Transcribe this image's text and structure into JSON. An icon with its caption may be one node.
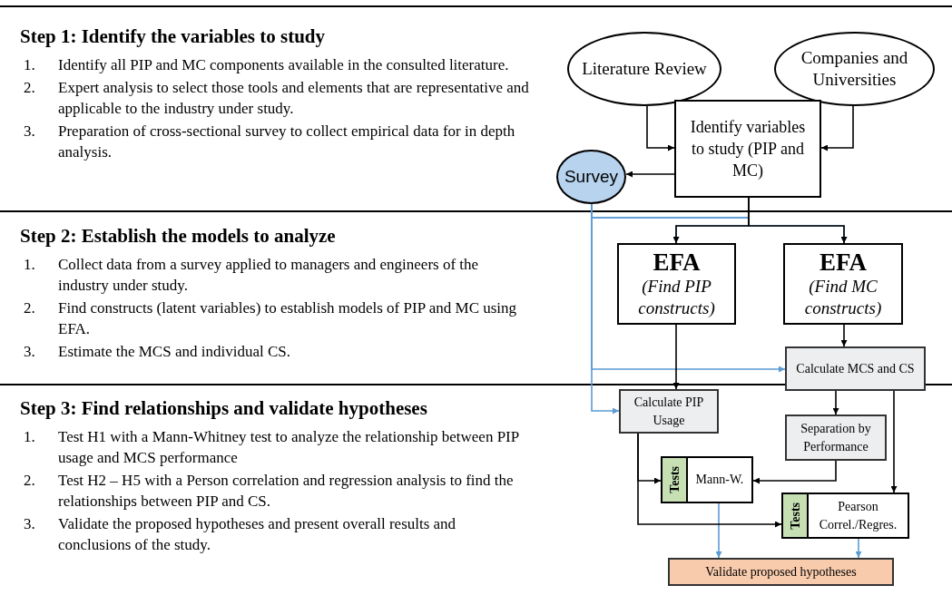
{
  "diagram": {
    "nodes": [
      {
        "text": [
          "Literature Review"
        ]
      },
      {
        "text": [
          "Companies and Universities"
        ]
      },
      {
        "text": [
          "Identify variables to study (PIP and MC)"
        ]
      },
      {
        "text": [
          "Survey"
        ]
      },
      {
        "text": [
          "EFA",
          "(Find PIP constructs)"
        ]
      },
      {
        "text": [
          "EFA",
          "(Find MC constructs)"
        ]
      },
      {
        "text": [
          "Calculate MCS and CS"
        ]
      },
      {
        "text": [
          "Calculate PIP Usage"
        ]
      },
      {
        "text": [
          "Separation by Performance"
        ]
      },
      {
        "text": [
          "Tests",
          "Mann-W."
        ]
      },
      {
        "text": [
          "Tests",
          "Pearson Correl./Regres."
        ]
      },
      {
        "text": [
          "Validate proposed hypotheses"
        ]
      }
    ],
    "edges": [
      {
        "from": 0,
        "to": 2,
        "arrow": "to"
      },
      {
        "from": 1,
        "to": 2,
        "arrow": "to"
      },
      {
        "from": 2,
        "to": 3,
        "arrow": "to"
      },
      {
        "from": 2,
        "to": 4,
        "arrow": "to"
      },
      {
        "from": 2,
        "to": 5,
        "arrow": "to"
      },
      {
        "from": 3,
        "to": 4,
        "arrow": "to",
        "color": "#5b9bd5"
      },
      {
        "from": 3,
        "to": 5,
        "arrow": "to",
        "color": "#5b9bd5"
      },
      {
        "from": 3,
        "to": 6,
        "arrow": "to",
        "color": "#5b9bd5"
      },
      {
        "from": 3,
        "to": 7,
        "arrow": "to",
        "color": "#5b9bd5"
      },
      {
        "from": 4,
        "to": 7,
        "arrow": "to"
      },
      {
        "from": 5,
        "to": 6,
        "arrow": "to"
      },
      {
        "from": 6,
        "to": 8,
        "arrow": "to"
      },
      {
        "from": 6,
        "to": 10,
        "arrow": "to"
      },
      {
        "from": 8,
        "to": 9,
        "arrow": "to"
      },
      {
        "from": 7,
        "to": 9,
        "arrow": "to"
      },
      {
        "from": 7,
        "to": 10,
        "arrow": "to"
      },
      {
        "from": 9,
        "to": 11,
        "arrow": "to",
        "color": "#5b9bd5"
      },
      {
        "from": 10,
        "to": 11,
        "arrow": "to",
        "color": "#5b9bd5"
      }
    ],
    "labels": [
      "Step 1: Identify the variables to study",
      "1.",
      "Identify all PIP and MC components available in the consulted literature.",
      "2.",
      "Expert analysis to select those tools and elements that are representative and applicable to the industry under study.",
      "3.",
      "Preparation of cross-sectional survey to collect empirical data for in depth analysis.",
      "Step 2: Establish the models to analyze",
      "1.",
      "Collect data from a survey applied to managers and engineers of the industry under study.",
      "2.",
      "Find constructs (latent variables) to establish models of PIP and MC using EFA.",
      "3.",
      "Estimate the MCS and individual CS.",
      "Step 3: Find relationships and validate hypotheses",
      "1.",
      "Test H1 with a Mann-Whitney test to analyze the relationship between PIP usage and MCS performance",
      "2.",
      "Test H2 – H5 with a Person correlation and regression analysis to find the relationships between PIP and CS.",
      "3.",
      "Validate the proposed hypotheses and present overall results and conclusions of the study."
    ]
  }
}
